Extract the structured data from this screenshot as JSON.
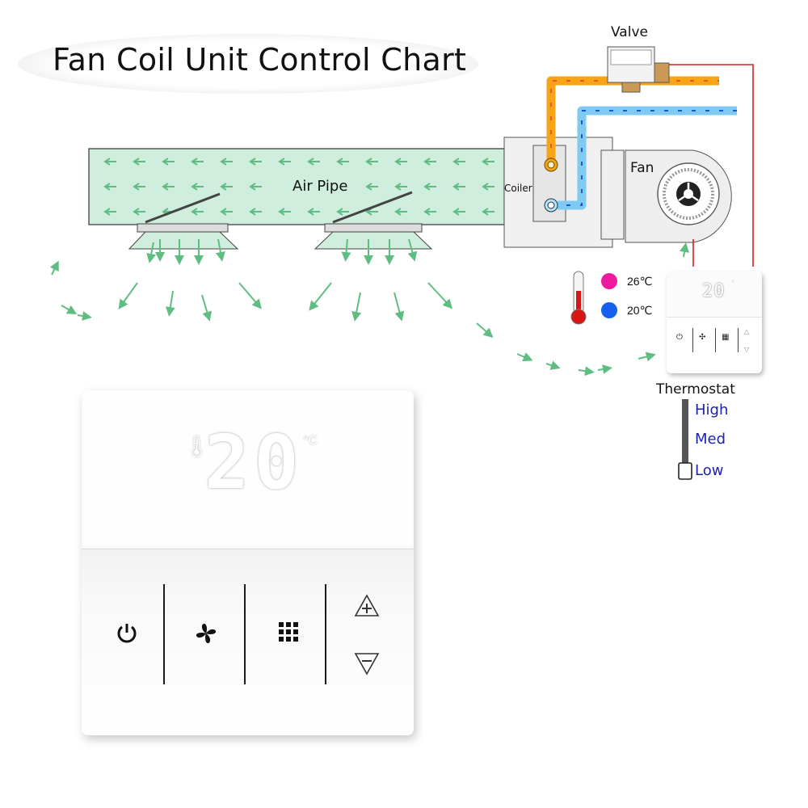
{
  "title": "Fan Coil Unit Control Chart",
  "labels": {
    "valve": "Valve",
    "fan": "Fan",
    "coiler": "Coiler",
    "air_pipe": "Air Pipe",
    "thermostat": "Thermostat"
  },
  "temperatures": {
    "hot": "26℃",
    "cold": "20℃",
    "hot_color": "#ee1aa0",
    "cold_color": "#1560ee"
  },
  "fan_speeds": [
    "High",
    "Med",
    "Low"
  ],
  "fan_speed_selected": "Low",
  "thermostat_small": {
    "display": "20",
    "unit": "°"
  },
  "thermostat_large": {
    "display": "20",
    "unit": "°C"
  },
  "buttons": {
    "power_icon": "power-icon",
    "fan_icon": "fan-icon",
    "mode_icon": "grid-icon",
    "up_icon": "plus-triangle-icon",
    "down_icon": "minus-triangle-icon"
  },
  "colors": {
    "hot_pipe": "#f7a416",
    "cold_pipe": "#7fcaf2",
    "air_box": "#cfeedd",
    "air_arrow": "#5fbd82",
    "wire": "#d62020"
  }
}
